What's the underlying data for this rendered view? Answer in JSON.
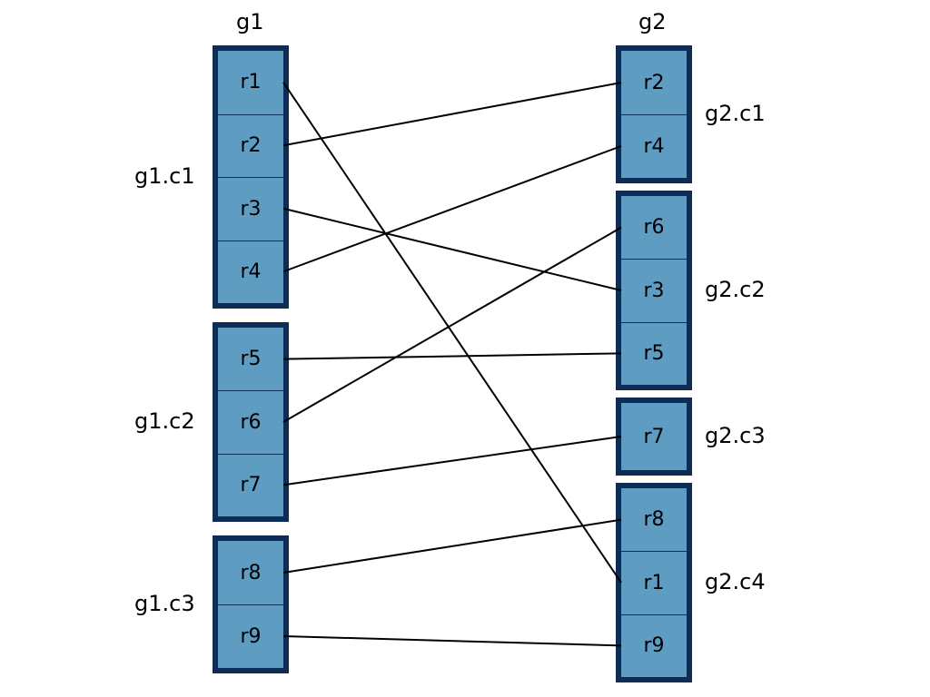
{
  "groups": [
    {
      "id": "g1",
      "label": "g1",
      "clusters": [
        {
          "label": "g1.c1",
          "rows": [
            "r1",
            "r2",
            "r3",
            "r4"
          ]
        },
        {
          "label": "g1.c2",
          "rows": [
            "r5",
            "r6",
            "r7"
          ]
        },
        {
          "label": "g1.c3",
          "rows": [
            "r8",
            "r9"
          ]
        }
      ]
    },
    {
      "id": "g2",
      "label": "g2",
      "clusters": [
        {
          "label": "g2.c1",
          "rows": [
            "r2",
            "r4"
          ]
        },
        {
          "label": "g2.c2",
          "rows": [
            "r6",
            "r3",
            "r5"
          ]
        },
        {
          "label": "g2.c3",
          "rows": [
            "r7"
          ]
        },
        {
          "label": "g2.c4",
          "rows": [
            "r8",
            "r1",
            "r9"
          ]
        }
      ]
    }
  ],
  "links": [
    "r1",
    "r2",
    "r3",
    "r4",
    "r5",
    "r6",
    "r7",
    "r8",
    "r9"
  ],
  "colors": {
    "cell_fill": "#5f9cc2",
    "cluster_border": "#0d2d57",
    "link": "#000000"
  }
}
